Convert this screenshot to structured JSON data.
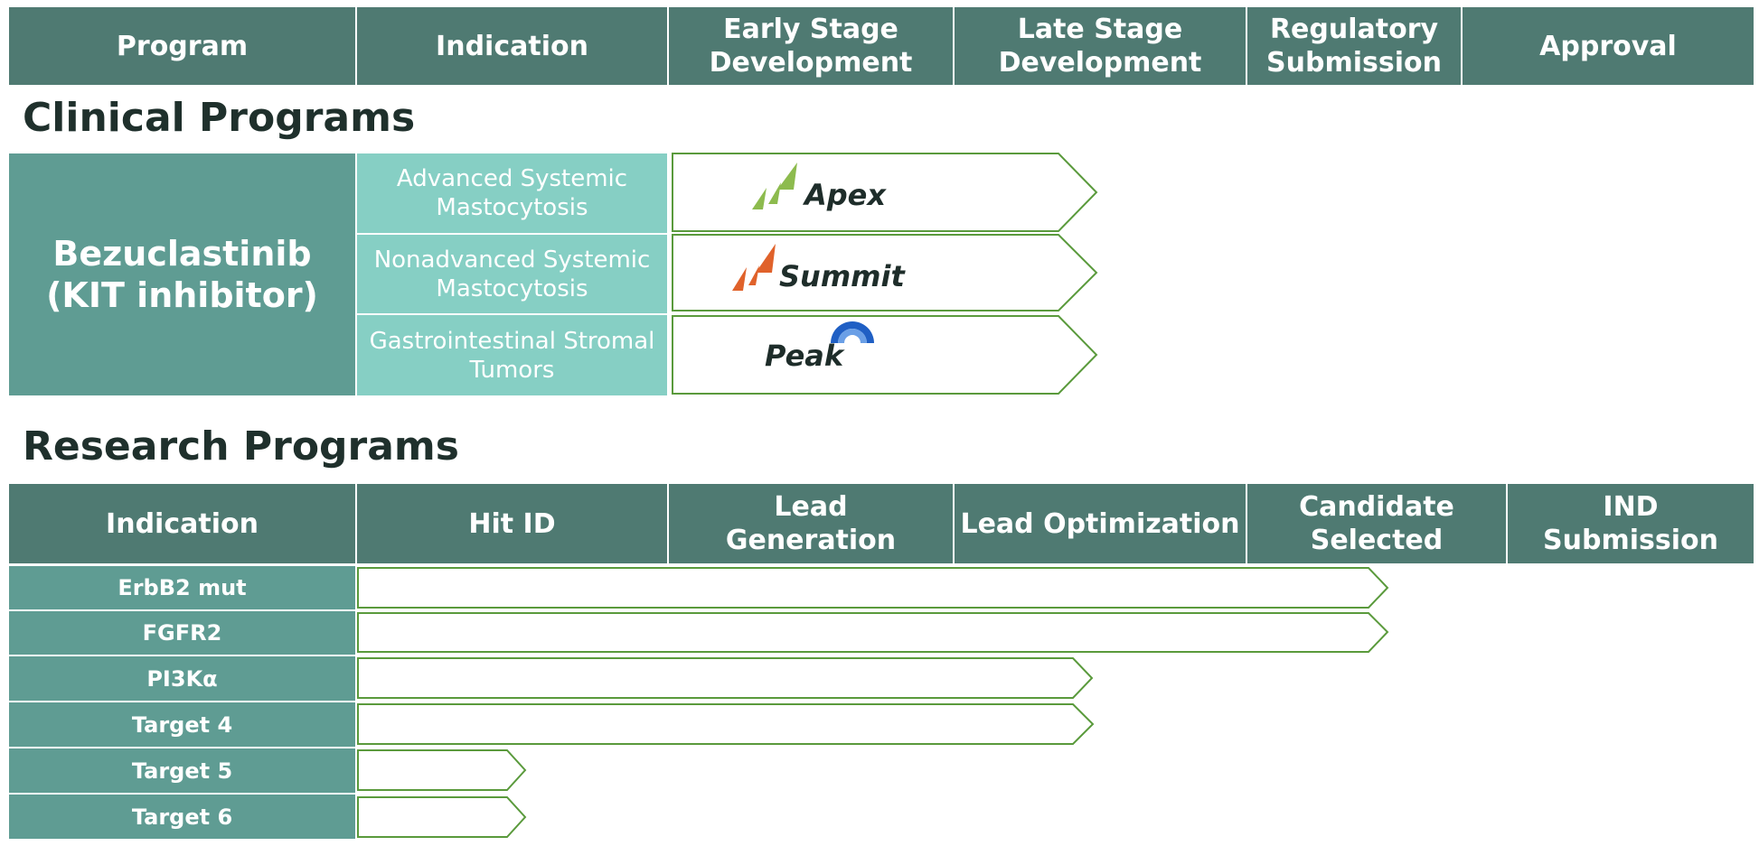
{
  "clinical_header": [
    "Program",
    "Indication",
    "Early Stage\nDevelopment",
    "Late Stage\nDevelopment",
    "Regulatory\nSubmission",
    "Approval"
  ],
  "clinical_title": "Clinical Programs",
  "clinical_program": "Bezuclastinib\n(KIT inhibitor)",
  "clinical_rows": [
    {
      "indication": "Advanced Systemic\nMastocytosis",
      "trial": "Apex"
    },
    {
      "indication": "Nonadvanced Systemic\nMastocytosis",
      "trial": "Summit"
    },
    {
      "indication": "Gastrointestinal Stromal\nTumors",
      "trial": "Peak"
    }
  ],
  "research_title": "Research Programs",
  "research_header": [
    "Indication",
    "Hit ID",
    "Lead\nGeneration",
    "Lead Optimization",
    "Candidate\nSelected",
    "IND\nSubmission"
  ],
  "research_rows": [
    {
      "indication": "ErbB2 mut",
      "stage": "Candidate Selected"
    },
    {
      "indication": "FGFR2",
      "stage": "Candidate Selected"
    },
    {
      "indication": "PI3Kα",
      "stage": "Lead Optimization"
    },
    {
      "indication": "Target 4",
      "stage": "Lead Optimization"
    },
    {
      "indication": "Target 5",
      "stage": "Hit ID"
    },
    {
      "indication": "Target 6",
      "stage": "Hit ID"
    }
  ],
  "colors": {
    "header": "#4f7a72",
    "program_cell": "#5f9c93",
    "indication_cell": "#86cfc4",
    "bar_border": "#5a9a3c",
    "apex_green": "#8dbb4e",
    "summit_orange": "#e0622b",
    "peak_blue": "#1f5fc4"
  }
}
